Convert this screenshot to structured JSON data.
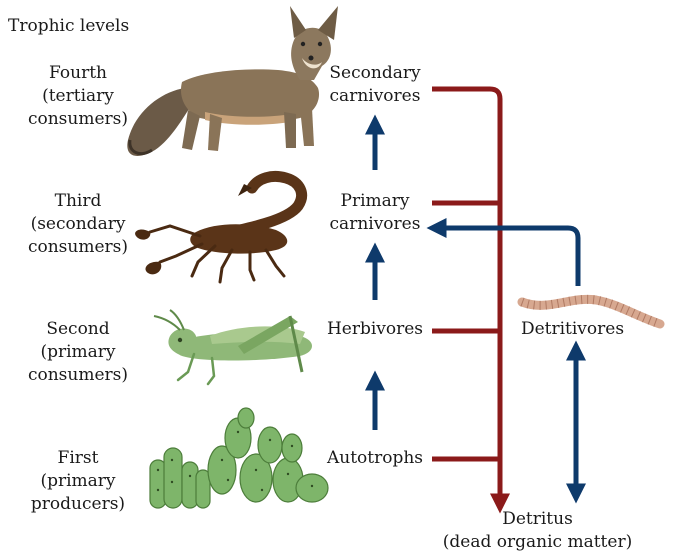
{
  "diagram": {
    "title": "Trophic levels",
    "levels": [
      {
        "key": "fourth",
        "lines": [
          "Fourth",
          "(tertiary",
          "consumers)"
        ]
      },
      {
        "key": "third",
        "lines": [
          "Third",
          "(secondary",
          "consumers)"
        ]
      },
      {
        "key": "second",
        "lines": [
          "Second",
          "(primary",
          "consumers)"
        ]
      },
      {
        "key": "first",
        "lines": [
          "First",
          "(primary",
          "producers)"
        ]
      }
    ],
    "roles": {
      "secondary_carnivores": [
        "Secondary",
        "carnivores"
      ],
      "primary_carnivores": [
        "Primary",
        "carnivores"
      ],
      "herbivores": [
        "Herbivores"
      ],
      "autotrophs": [
        "Autotrophs"
      ],
      "detritivores": [
        "Detritivores"
      ],
      "detritus": [
        "Detritus",
        "(dead organic matter)"
      ]
    },
    "colors": {
      "energy_arrow": "#0e3a6b",
      "detritus_flow": "#8b1a1a",
      "fox_fur": "#8a7458",
      "scorpion": "#5a3418",
      "grasshopper": "#8fb878",
      "cactus": "#7eb56a",
      "worm": "#d7a890"
    },
    "icons": [
      "fox-illustration",
      "scorpion-illustration",
      "grasshopper-illustration",
      "cactus-illustration",
      "worm-illustration"
    ]
  }
}
